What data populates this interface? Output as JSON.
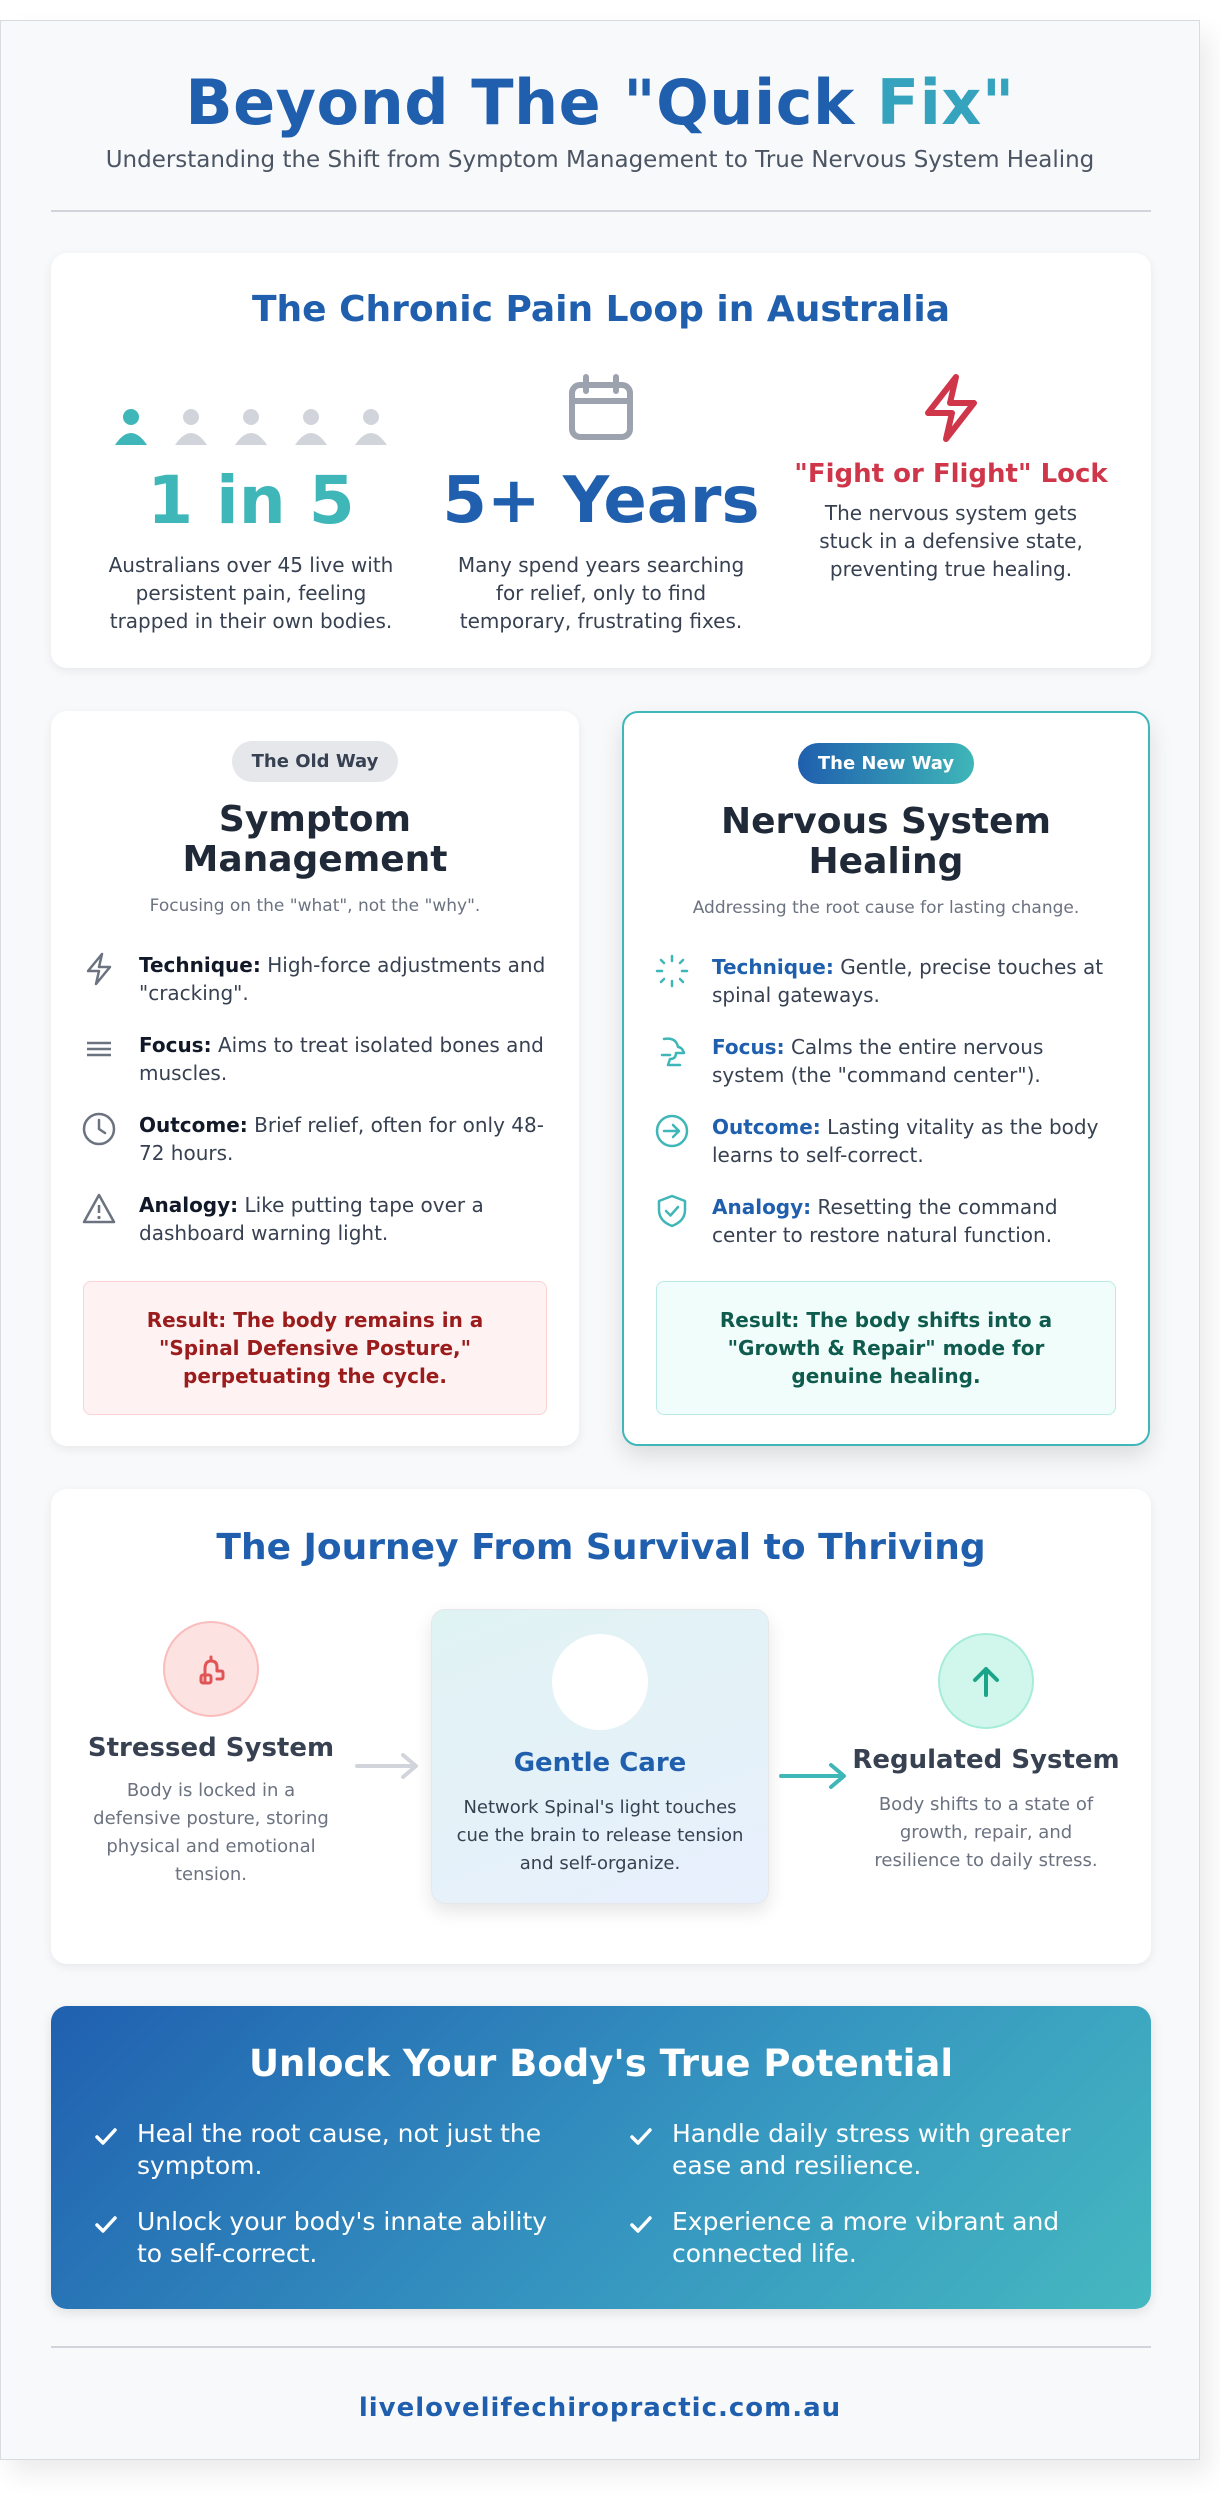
{
  "header": {
    "title_part1": "Beyond The \"Quick",
    "title_part2": "Fix\"",
    "subtitle": "Understanding the Shift from Symptom Management to True Nervous System Healing"
  },
  "loop": {
    "title": "The Chronic Pain Loop in Australia",
    "stats": [
      {
        "icon": "people-icons",
        "value": "1 in 5",
        "description": "Australians over 45 live with persistent pain, feeling trapped in their own bodies."
      },
      {
        "icon": "calendar-icon",
        "value": "5+ Years",
        "description": "Many spend years searching for relief, only to find temporary, frustrating fixes."
      },
      {
        "icon": "lightning-icon",
        "value": "\"Fight or Flight\" Lock",
        "description": "The nervous system gets stuck in a defensive state, preventing true healing."
      }
    ]
  },
  "old_way": {
    "badge": "The Old Way",
    "title": "Symptom Management",
    "subtitle": "Focusing on the \"what\", not the \"why\".",
    "items": [
      {
        "icon": "lightning-icon",
        "label": "Technique:",
        "text": " High-force adjustments and \"cracking\"."
      },
      {
        "icon": "lines-icon",
        "label": "Focus:",
        "text": " Aims to treat isolated bones and muscles."
      },
      {
        "icon": "clock-icon",
        "label": "Outcome:",
        "text": " Brief relief, often for only 48-72 hours."
      },
      {
        "icon": "warning-icon",
        "label": "Analogy:",
        "text": " Like putting tape over a dashboard warning light."
      }
    ],
    "result": "Result: The body remains in a \"Spinal Defensive Posture,\" perpetuating the cycle."
  },
  "new_way": {
    "badge": "The New Way",
    "title": "Nervous System Healing",
    "subtitle": "Addressing the root cause for lasting change.",
    "items": [
      {
        "icon": "sparkle-icon",
        "label": "Technique:",
        "text": " Gentle, precise touches at spinal gateways."
      },
      {
        "icon": "brain-icon",
        "label": "Focus:",
        "text": " Calms the entire nervous system (the \"command center\")."
      },
      {
        "icon": "arrow-circle-icon",
        "label": "Outcome:",
        "text": " Lasting vitality as the body learns to self-correct."
      },
      {
        "icon": "shield-check-icon",
        "label": "Analogy:",
        "text": " Resetting the command center to restore natural function."
      }
    ],
    "result": "Result: The body shifts into a \"Growth & Repair\" mode for genuine healing."
  },
  "journey": {
    "title": "The Journey From Survival to Thriving",
    "stages": [
      {
        "icon": "stress-icon",
        "title": "Stressed System",
        "description": "Body is locked in a defensive posture, storing physical and emotional tension."
      },
      {
        "icon": "hand-icon",
        "title": "Gentle Care",
        "description": "Network Spinal's light touches cue the brain to release tension and self-organize."
      },
      {
        "icon": "arrow-up-icon",
        "title": "Regulated System",
        "description": "Body shifts to a state of growth, repair, and resilience to daily stress."
      }
    ]
  },
  "cta": {
    "title": "Unlock Your Body's True Potential",
    "items": [
      "Heal the root cause, not just the symptom.",
      "Handle daily stress with greater ease and resilience.",
      "Unlock your body's innate ability to self-correct.",
      "Experience a more vibrant and connected life."
    ]
  },
  "footer": {
    "website": "livelovelifechiropractic.com.au"
  },
  "colors": {
    "primary_blue": "#1f5fae",
    "teal": "#36a3be",
    "alert_red": "#d0364a",
    "result_red_text": "#9b1c1c",
    "result_green_text": "#0f5b4e"
  }
}
